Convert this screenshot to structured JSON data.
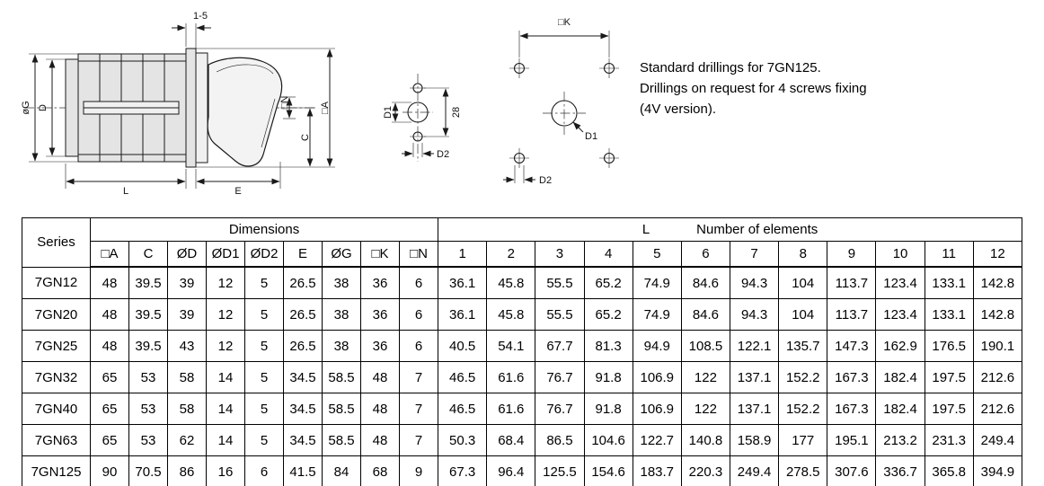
{
  "drawing": {
    "labels": {
      "thickness": "1-5",
      "g": "øG",
      "d": "D",
      "l": "L",
      "e": "E",
      "n": "□N",
      "c": "C",
      "a": "□A",
      "d1": "D1",
      "d2": "D2",
      "dim28": "28",
      "k": "□K"
    },
    "note_lines": [
      "Standard drillings for 7GN125.",
      "Drillings on request for 4 screws fixing",
      "(4V version)."
    ]
  },
  "table": {
    "series_header": "Series",
    "dimensions_header": "Dimensions",
    "elements_header_l": "L",
    "elements_header_text": "Number of elements",
    "dim_columns": [
      "□A",
      "C",
      "ØD",
      "ØD1",
      "ØD2",
      "E",
      "ØG",
      "□K",
      "□N"
    ],
    "element_columns": [
      "1",
      "2",
      "3",
      "4",
      "5",
      "6",
      "7",
      "8",
      "9",
      "10",
      "11",
      "12"
    ],
    "rows": [
      {
        "series": "7GN12",
        "dims": [
          "48",
          "39.5",
          "39",
          "12",
          "5",
          "26.5",
          "38",
          "36",
          "6"
        ],
        "elements": [
          "36.1",
          "45.8",
          "55.5",
          "65.2",
          "74.9",
          "84.6",
          "94.3",
          "104",
          "113.7",
          "123.4",
          "133.1",
          "142.8"
        ]
      },
      {
        "series": "7GN20",
        "dims": [
          "48",
          "39.5",
          "39",
          "12",
          "5",
          "26.5",
          "38",
          "36",
          "6"
        ],
        "elements": [
          "36.1",
          "45.8",
          "55.5",
          "65.2",
          "74.9",
          "84.6",
          "94.3",
          "104",
          "113.7",
          "123.4",
          "133.1",
          "142.8"
        ]
      },
      {
        "series": "7GN25",
        "dims": [
          "48",
          "39.5",
          "43",
          "12",
          "5",
          "26.5",
          "38",
          "36",
          "6"
        ],
        "elements": [
          "40.5",
          "54.1",
          "67.7",
          "81.3",
          "94.9",
          "108.5",
          "122.1",
          "135.7",
          "147.3",
          "162.9",
          "176.5",
          "190.1"
        ]
      },
      {
        "series": "7GN32",
        "dims": [
          "65",
          "53",
          "58",
          "14",
          "5",
          "34.5",
          "58.5",
          "48",
          "7"
        ],
        "elements": [
          "46.5",
          "61.6",
          "76.7",
          "91.8",
          "106.9",
          "122",
          "137.1",
          "152.2",
          "167.3",
          "182.4",
          "197.5",
          "212.6"
        ]
      },
      {
        "series": "7GN40",
        "dims": [
          "65",
          "53",
          "58",
          "14",
          "5",
          "34.5",
          "58.5",
          "48",
          "7"
        ],
        "elements": [
          "46.5",
          "61.6",
          "76.7",
          "91.8",
          "106.9",
          "122",
          "137.1",
          "152.2",
          "167.3",
          "182.4",
          "197.5",
          "212.6"
        ]
      },
      {
        "series": "7GN63",
        "dims": [
          "65",
          "53",
          "62",
          "14",
          "5",
          "34.5",
          "58.5",
          "48",
          "7"
        ],
        "elements": [
          "50.3",
          "68.4",
          "86.5",
          "104.6",
          "122.7",
          "140.8",
          "158.9",
          "177",
          "195.1",
          "213.2",
          "231.3",
          "249.4"
        ]
      },
      {
        "series": "7GN125",
        "dims": [
          "90",
          "70.5",
          "86",
          "16",
          "6",
          "41.5",
          "84",
          "68",
          "9"
        ],
        "elements": [
          "67.3",
          "96.4",
          "125.5",
          "154.6",
          "183.7",
          "220.3",
          "249.4",
          "278.5",
          "307.6",
          "336.7",
          "365.8",
          "394.9"
        ]
      }
    ]
  }
}
